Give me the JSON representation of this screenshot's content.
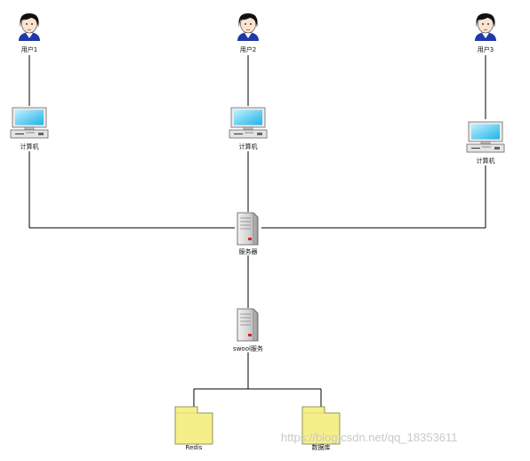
{
  "users": [
    {
      "label": "用户1"
    },
    {
      "label": "用户2"
    },
    {
      "label": "用户3"
    }
  ],
  "computers": [
    {
      "label": "计算机"
    },
    {
      "label": "计算机"
    },
    {
      "label": "计算机"
    }
  ],
  "server": {
    "label": "服务器"
  },
  "swoole": {
    "label": "swool服务"
  },
  "storage": [
    {
      "label": "Redis"
    },
    {
      "label": "数据库"
    }
  ],
  "watermark": "https://blog.csdn.net/qq_18353611",
  "colors": {
    "line": "#000000",
    "folder": "#f5ef8a",
    "folder_edge": "#7a7a3a",
    "screen": "#40c4f0",
    "server_body": "#cfcfcf",
    "server_led": "#e02020",
    "hair": "#111111",
    "shirt": "#1f3aa8"
  },
  "icons": [
    "user-icon",
    "computer-icon",
    "server-icon",
    "folder-icon"
  ]
}
